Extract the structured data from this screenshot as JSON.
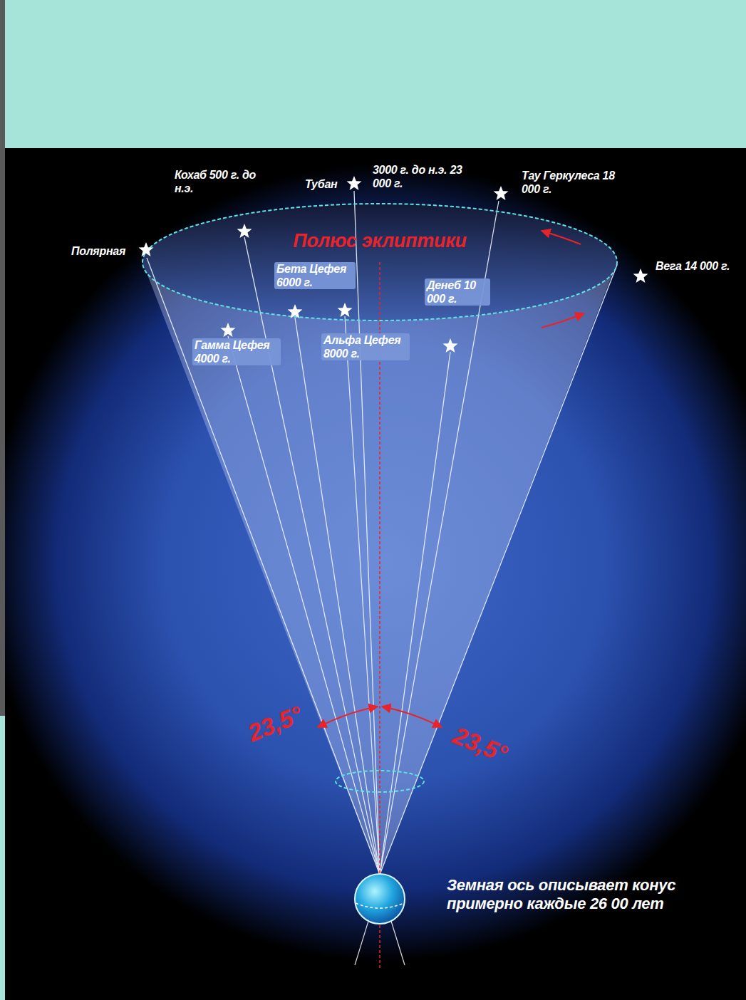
{
  "diagram": {
    "labels": [
      "Кохаб 500 г. до н.э.",
      "Тубан",
      "3000 г. до н.э. 23 000 г.",
      "Тау Геркулеса 18 000 г.",
      "Полярная",
      "Полюс эклиптики",
      "Вега 14 000 г.",
      "Бета Цефея 6000 г.",
      "Денеб 10 000 г.",
      "Гамма Цефея 4000 г.",
      "Альфа Цефея 8000 г.",
      "23,5°",
      "23,5°",
      "Земная ось описывает конус примерно каждые 26 00 лет"
    ]
  }
}
